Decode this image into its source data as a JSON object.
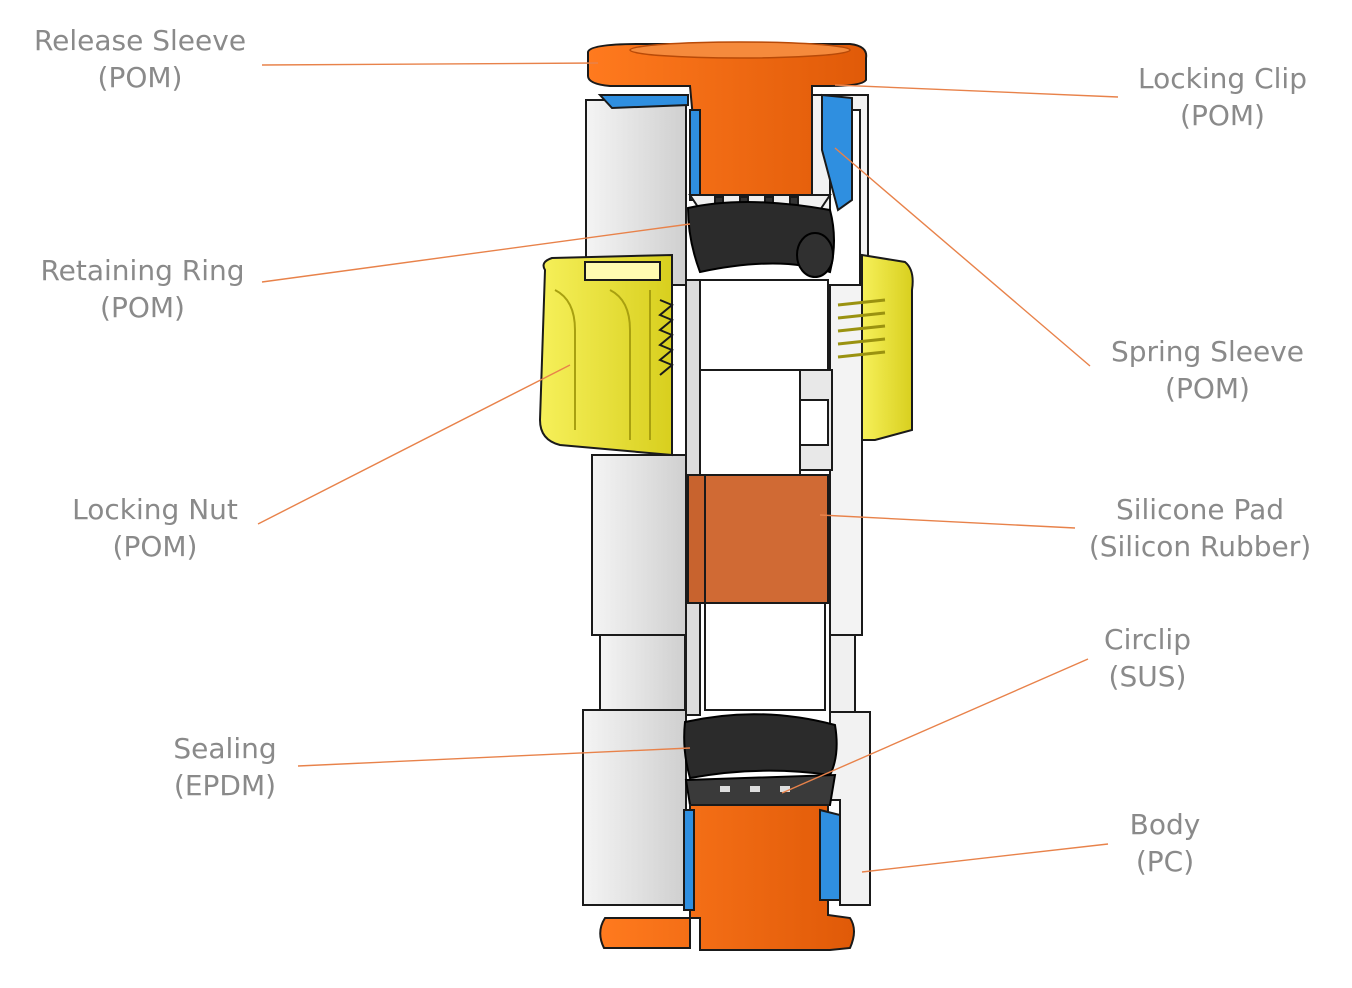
{
  "labels": {
    "release_sleeve": {
      "name": "Release Sleeve",
      "material": "(POM)"
    },
    "retaining_ring": {
      "name": "Retaining Ring",
      "material": "(POM)"
    },
    "locking_nut": {
      "name": "Locking Nut",
      "material": "(POM)"
    },
    "sealing": {
      "name": "Sealing",
      "material": "(EPDM)"
    },
    "locking_clip": {
      "name": "Locking Clip",
      "material": "(POM)"
    },
    "spring_sleeve": {
      "name": "Spring Sleeve",
      "material": "(POM)"
    },
    "silicone_pad": {
      "name": "Silicone Pad",
      "material": "(Silicon Rubber)"
    },
    "circlip": {
      "name": "Circlip",
      "material": "(SUS)"
    },
    "body": {
      "name": "Body",
      "material": "(PC)"
    }
  },
  "colors": {
    "label_text": "#8a8a8a",
    "leader_line": "#e8824a",
    "orange_part": "#f26a10",
    "yellow_part": "#f2ea3a",
    "blue_part": "#2f8fe0",
    "rubber_black": "#2b2b2b",
    "silicone_pad": "#c8632e",
    "body_gray": "#e4e4e4",
    "outline": "#1a1a1a"
  }
}
